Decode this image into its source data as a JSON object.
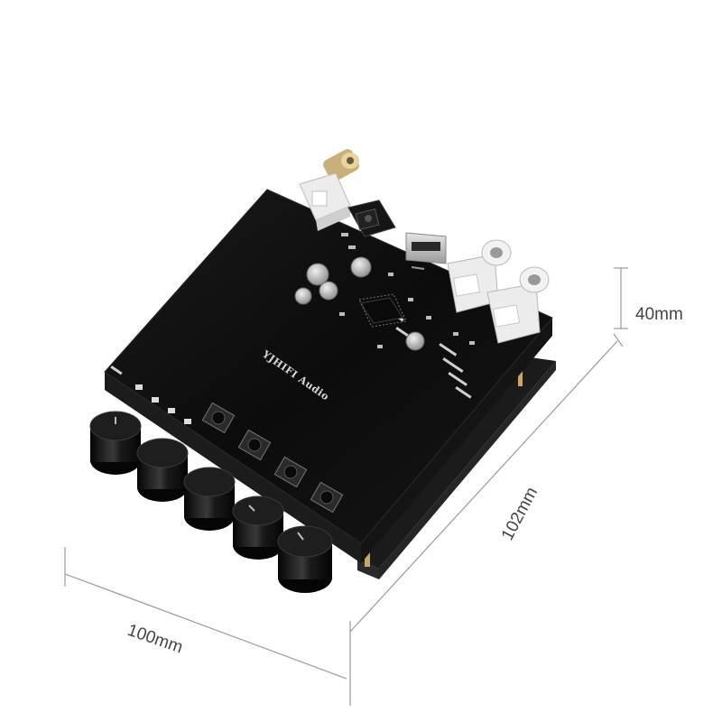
{
  "product": {
    "brand_text": "YJHIFI Audio"
  },
  "dimensions": {
    "height_label": "40mm",
    "depth_label": "102mm",
    "width_label": "100mm"
  },
  "colors": {
    "board": "#0f0f0f",
    "board_side": "#1d1d1d",
    "silkscreen": "#d8d8d8",
    "connector": "#e9e9e9",
    "knob": "#111111",
    "dimension_line": "#9a9a9a"
  },
  "controls": {
    "knob_count": 5,
    "button_count": 4
  }
}
